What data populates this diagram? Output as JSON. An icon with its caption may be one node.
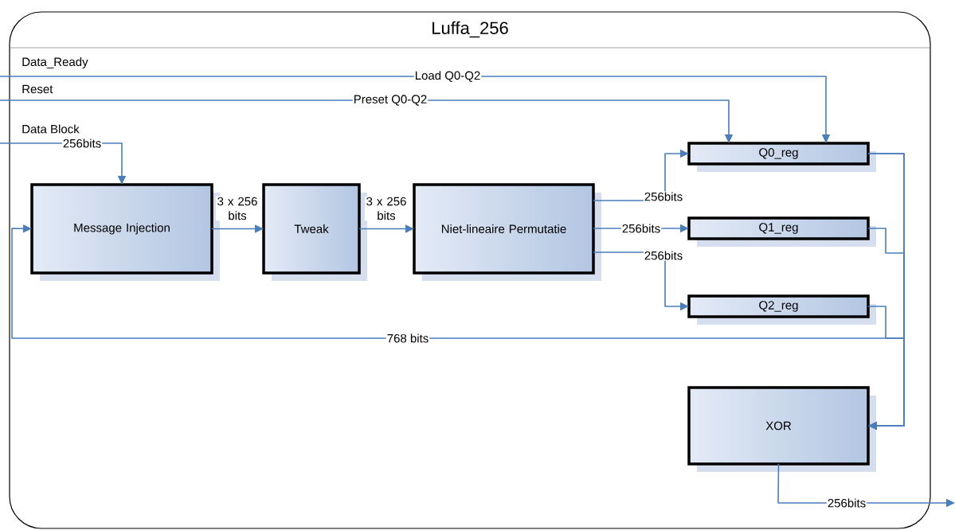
{
  "diagram": {
    "nodes": [
      {
        "text": [
          "Luffa_256"
        ]
      },
      {
        "text": [
          "Message Injection"
        ],
        "in": 0
      },
      {
        "text": [
          "Tweak"
        ],
        "in": 0
      },
      {
        "text": [
          "Niet-lineaire Permutatie"
        ],
        "in": 0
      },
      {
        "text": [
          "Q0_reg"
        ],
        "in": 0
      },
      {
        "text": [
          "Q1_reg"
        ],
        "in": 0
      },
      {
        "text": [
          "Q2_reg"
        ],
        "in": 0
      },
      {
        "text": [
          "XOR"
        ],
        "in": 0
      }
    ],
    "edges": [
      {
        "from": null,
        "to": 4,
        "arrow": "to",
        "label": "Load Q0-Q2"
      },
      {
        "from": null,
        "to": 4,
        "arrow": "to",
        "label": "Preset Q0-Q2"
      },
      {
        "from": null,
        "to": 1,
        "arrow": "to",
        "label": "256bits"
      },
      {
        "from": 1,
        "to": 2,
        "arrow": "to",
        "label": "3 x 256 bits"
      },
      {
        "from": 2,
        "to": 3,
        "arrow": "to",
        "label": "3 x 256 bits"
      },
      {
        "from": 3,
        "to": 4,
        "arrow": "to",
        "label": "256bits"
      },
      {
        "from": 3,
        "to": 5,
        "arrow": "to",
        "label": "256bits"
      },
      {
        "from": 3,
        "to": 6,
        "arrow": "to",
        "label": "256bits"
      },
      {
        "from": 4,
        "to": 7,
        "arrow": "to"
      },
      {
        "from": 5,
        "to": 7,
        "arrow": "to"
      },
      {
        "from": 6,
        "to": 7,
        "arrow": "to"
      },
      {
        "from": 4,
        "to": 1,
        "arrow": "to",
        "label": "768 bits"
      },
      {
        "from": 7,
        "to": null,
        "arrow": "to",
        "label": "256bits"
      }
    ],
    "labels": [
      "Data_Ready",
      "Reset",
      "Data Block"
    ]
  }
}
